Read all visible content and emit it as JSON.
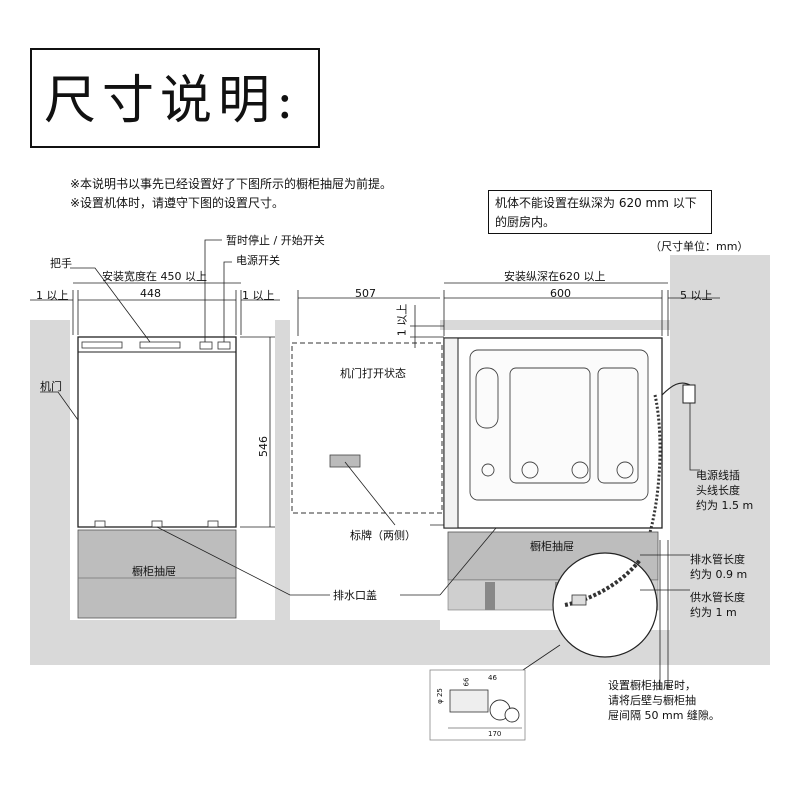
{
  "title": "尺寸说明:",
  "notes": [
    "※本说明书以事先已经设置好了下图所示的橱柜抽屉为前提。",
    "※设置机体时，请遵守下图的设置尺寸。"
  ],
  "box_note": "机体不能设置在纵深为 620 mm 以下的厨房内。",
  "unit_note": "（尺寸单位：mm）",
  "labels": {
    "handle": "把手",
    "install_width": "安装宽度在 450 以上",
    "pause_start_switch": "暂时停止 / 开始开关",
    "power_switch": "电源开关",
    "door": "机门",
    "cabinet_drawer_left": "橱柜抽屉",
    "door_open_state": "机门打开状态",
    "nameplate": "标牌（两侧）",
    "drain_cover": "排水口盖",
    "install_depth": "安装纵深在620 以上",
    "cabinet_drawer_right": "橱柜抽屉",
    "power_cord": "电源线插\n头线长度\n约为 1.5 m",
    "drain_hose": "排水管长度\n约为 0.9 m",
    "supply_hose": "供水管长度\n约为 1 m",
    "gap_note": "设置橱柜抽屉时，\n请将后壁与橱柜抽\n屉间隔 50 mm 缝隙。"
  },
  "dimensions": {
    "left_gap": "1 以上",
    "width": "448",
    "right_gap": "1 以上",
    "height": "546",
    "door_open": "507",
    "top_gap": "1 以上",
    "depth": "600",
    "back_gap": "5 以上"
  },
  "detail_dims": {
    "d1": "φ 25",
    "d2": "66",
    "d3": "46",
    "d4": "170"
  }
}
